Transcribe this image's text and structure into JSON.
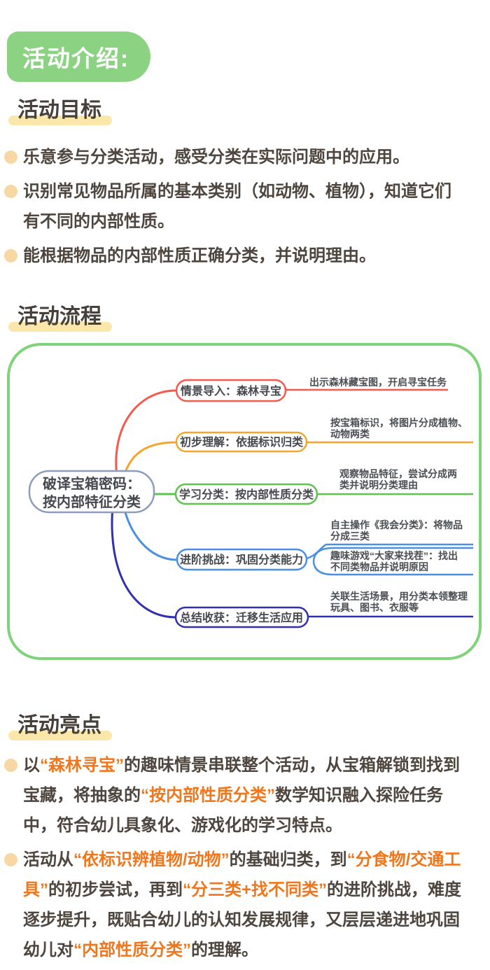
{
  "badge": {
    "label": "活动介绍:"
  },
  "sections": {
    "goals": {
      "title": "活动目标",
      "items": [
        "乐意参与分类活动，感受分类在实际问题中的应用。",
        "识别常见物品所属的基本类别（如动物、植物），知道它们有不同的内部性质。",
        "能根据物品的内部性质正确分类，并说明理由。"
      ]
    },
    "flow": {
      "title": "活动流程"
    },
    "highlights": {
      "title": "活动亮点",
      "paragraphs": [
        [
          {
            "text": "以",
            "hl": false
          },
          {
            "text": "“森林寻宝”",
            "hl": true
          },
          {
            "text": "的趣味情景串联整个活动，从宝箱解锁到找到宝藏，将抽象的",
            "hl": false
          },
          {
            "text": "“按内部性质分类”",
            "hl": true
          },
          {
            "text": "数学知识融入探险任务中，符合幼儿具象化、游戏化的学习特点。",
            "hl": false
          }
        ],
        [
          {
            "text": "活动从",
            "hl": false
          },
          {
            "text": "“依标识辨植物/动物”",
            "hl": true
          },
          {
            "text": "的基础归类，到",
            "hl": false
          },
          {
            "text": "“分食物/交通工具”",
            "hl": true
          },
          {
            "text": "的初步尝试，再到",
            "hl": false
          },
          {
            "text": "“分三类+找不同类”",
            "hl": true
          },
          {
            "text": "的进阶挑战，难度逐步提升，既贴合幼儿的认知发展规律，又层层递进地巩固幼儿对",
            "hl": false
          },
          {
            "text": "“内部性质分类”",
            "hl": true
          },
          {
            "text": "的理解。",
            "hl": false
          }
        ]
      ]
    }
  },
  "mindmap": {
    "root": {
      "line1": "破译宝箱密码：",
      "line2": "按内部特征分类"
    },
    "branches": [
      {
        "label": "情景导入：森林寻宝",
        "color": "#f5584c",
        "note_lines": [
          "出示森林藏宝图，开启寻宝任务",
          ""
        ]
      },
      {
        "label": "初步理解：依据标识归类",
        "color": "#f6a52b",
        "note_lines": [
          "按宝箱标识，将图片分成植物、",
          "动物两类"
        ]
      },
      {
        "label": "学习分类：按内部性质分类",
        "color": "#5ec34e",
        "note_lines": [
          "观察物品特征，尝试分成两",
          "类并说明分类理由"
        ]
      },
      {
        "label": "进阶挑战：巩固分类能力",
        "color": "#4b8fe2",
        "note_lines": [
          "自主操作《我会分类》：将物品",
          "分成三类"
        ],
        "boxed_note_lines": [
          "趣味游戏“大家来找茬”：找出",
          "不同类物品并说明原因"
        ]
      },
      {
        "label": "总结收获：迁移生活应用",
        "color": "#3230b0",
        "note_lines": [
          "关联生活场景，用分类本领整理",
          "玩具、图书、衣服等"
        ]
      }
    ]
  },
  "colors": {
    "badge_bg": "#8bd283",
    "heading_highlight": "#fbe7a9",
    "body_text": "#4e463e",
    "bullet_dot": "#f7d8a4",
    "orange_highlight_text": "#f0761c",
    "map_border": "#80d37a",
    "root_border": "#8d9cbb",
    "branch_red": "#f5584c",
    "branch_orange": "#f6a52b",
    "branch_green": "#5ec34e",
    "branch_blue": "#4b8fe2",
    "branch_navy": "#3230b0"
  }
}
